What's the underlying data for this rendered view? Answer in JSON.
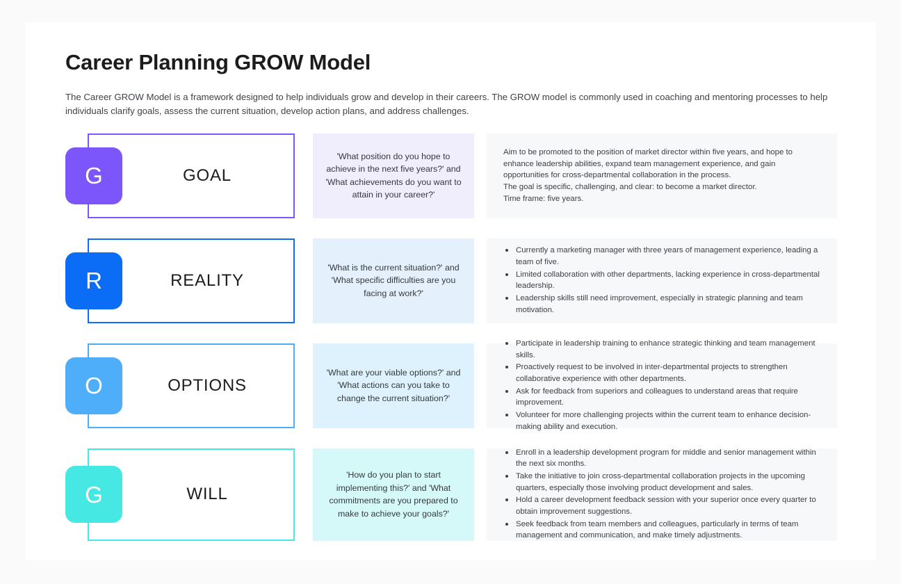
{
  "page": {
    "title": "Career Planning GROW Model",
    "description": "The Career GROW Model is a framework designed to help individuals grow and develop in their careers. The GROW model is commonly used in coaching and mentoring processes to help individuals clarify goals, assess the current situation, develop action plans, and address challenges.",
    "background_color": "#fafafa",
    "card_color": "#ffffff"
  },
  "rows": [
    {
      "letter": "G",
      "label": "GOAL",
      "accent_color": "#7c55fb",
      "question_bg": "#f0edfd",
      "detail_bg": "#f7f8fa",
      "question": "'What position do you hope to achieve in the next five years?' and 'What achievements do you want to attain in your career?'",
      "detail_type": "paragraph",
      "detail_paragraphs": [
        "Aim to be promoted to the position of market director within five years, and hope to enhance leadership abilities, expand team management experience, and gain opportunities for cross-departmental collaboration in the process.",
        "The goal is specific, challenging, and clear: to become a market director.",
        "Time frame: five years."
      ]
    },
    {
      "letter": "R",
      "label": "REALITY",
      "accent_color": "#0b6cf5",
      "question_bg": "#e4f0fc",
      "detail_bg": "#f7f8fa",
      "question": "'What is the current situation?' and 'What specific difficulties are you facing at work?'",
      "detail_type": "list",
      "detail_items": [
        "Currently a marketing manager with three years of management experience, leading a team of five.",
        "Limited collaboration with other departments, lacking experience in cross-departmental leadership.",
        "Leadership skills still need improvement, especially in strategic planning and team motivation."
      ]
    },
    {
      "letter": "O",
      "label": "OPTIONS",
      "accent_color": "#4faef9",
      "question_bg": "#ddf2fc",
      "detail_bg": "#f7f8fa",
      "question": "'What are your viable options?' and 'What actions can you take to change the current situation?'",
      "detail_type": "list",
      "detail_items": [
        "Participate in leadership training to enhance strategic thinking and team management skills.",
        "Proactively request to be involved in inter-departmental projects to strengthen collaborative experience with other departments.",
        "Ask for feedback from superiors and colleagues to understand areas that require improvement.",
        "Volunteer for more challenging projects within the current team to enhance decision-making ability and execution."
      ]
    },
    {
      "letter": "G",
      "label": "WILL",
      "accent_color": "#45e8e2",
      "question_bg": "#d5f9f8",
      "detail_bg": "#f7f8fa",
      "question": "'How do you plan to start implementing this?' and 'What commitments are you prepared to make to achieve your goals?'",
      "detail_type": "list",
      "detail_items": [
        "Enroll in a leadership development program for middle and senior management within the next six months.",
        "Take the initiative to join cross-departmental collaboration projects in the upcoming quarters, especially those involving product development and sales.",
        "Hold a career development feedback session with your superior once every quarter to obtain improvement suggestions.",
        "Seek feedback from team members and colleagues, particularly in terms of team management and communication, and make timely adjustments."
      ]
    }
  ]
}
